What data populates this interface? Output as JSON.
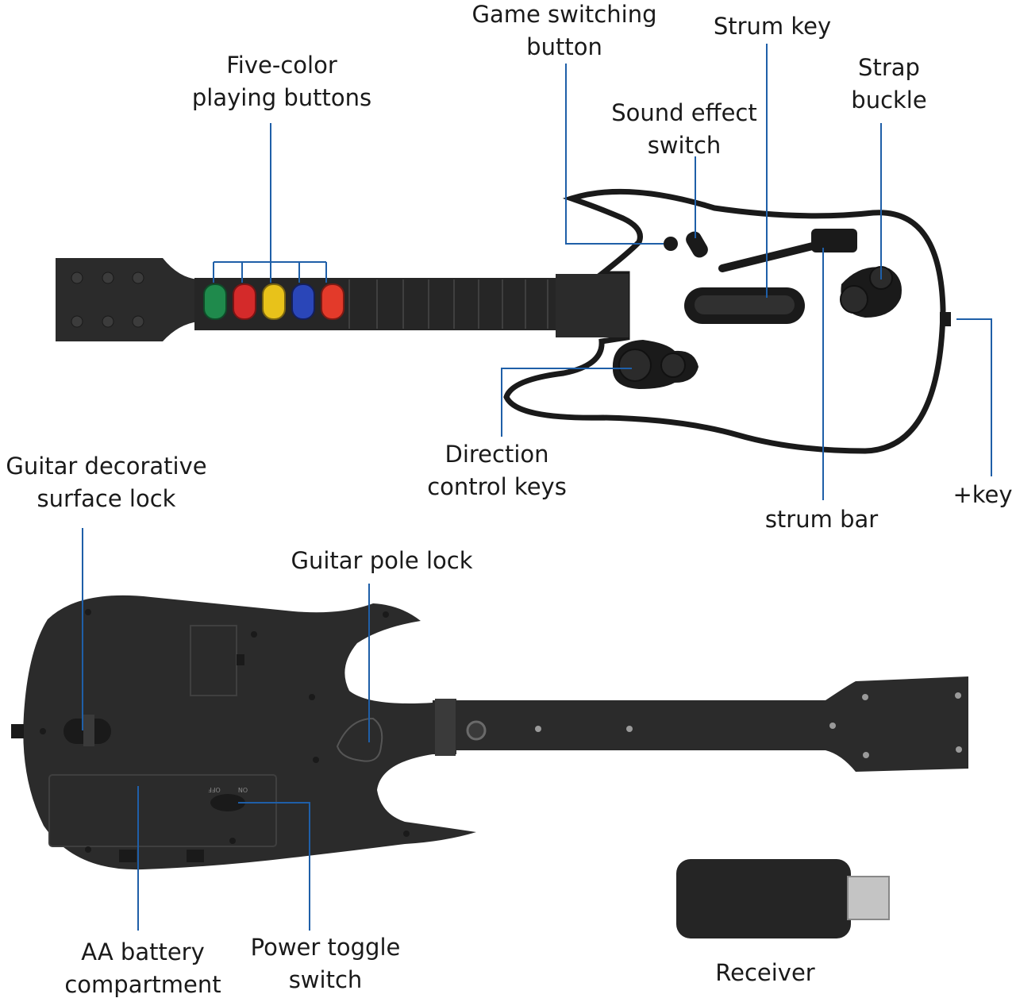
{
  "colors": {
    "leader": "#1f5fa8",
    "body_dark": "#2b2b2b",
    "body_light": "#ffffff",
    "green": "#1f8a4c",
    "red": "#d42a2a",
    "yellow": "#e8c21a",
    "blue": "#2a46b8",
    "orange_red": "#e33a2a"
  },
  "labels": {
    "five_color": [
      "Five-color",
      "playing buttons"
    ],
    "game_switch": [
      "Game switching",
      "button"
    ],
    "strum_key": [
      "Strum key"
    ],
    "strap_buckle": [
      "Strap",
      "buckle"
    ],
    "sound_effect": [
      "Sound effect",
      "switch"
    ],
    "direction": [
      "Direction",
      "control keys"
    ],
    "strum_bar": [
      "strum bar"
    ],
    "plus_key": [
      "+key"
    ],
    "decorative_lock": [
      "Guitar decorative",
      "surface lock"
    ],
    "pole_lock": [
      "Guitar pole lock"
    ],
    "battery": [
      "AA battery",
      "compartment"
    ],
    "power_switch": [
      "Power toggle",
      "switch"
    ],
    "receiver": [
      "Receiver"
    ],
    "switch_on": "ON",
    "switch_off": "OFF"
  }
}
